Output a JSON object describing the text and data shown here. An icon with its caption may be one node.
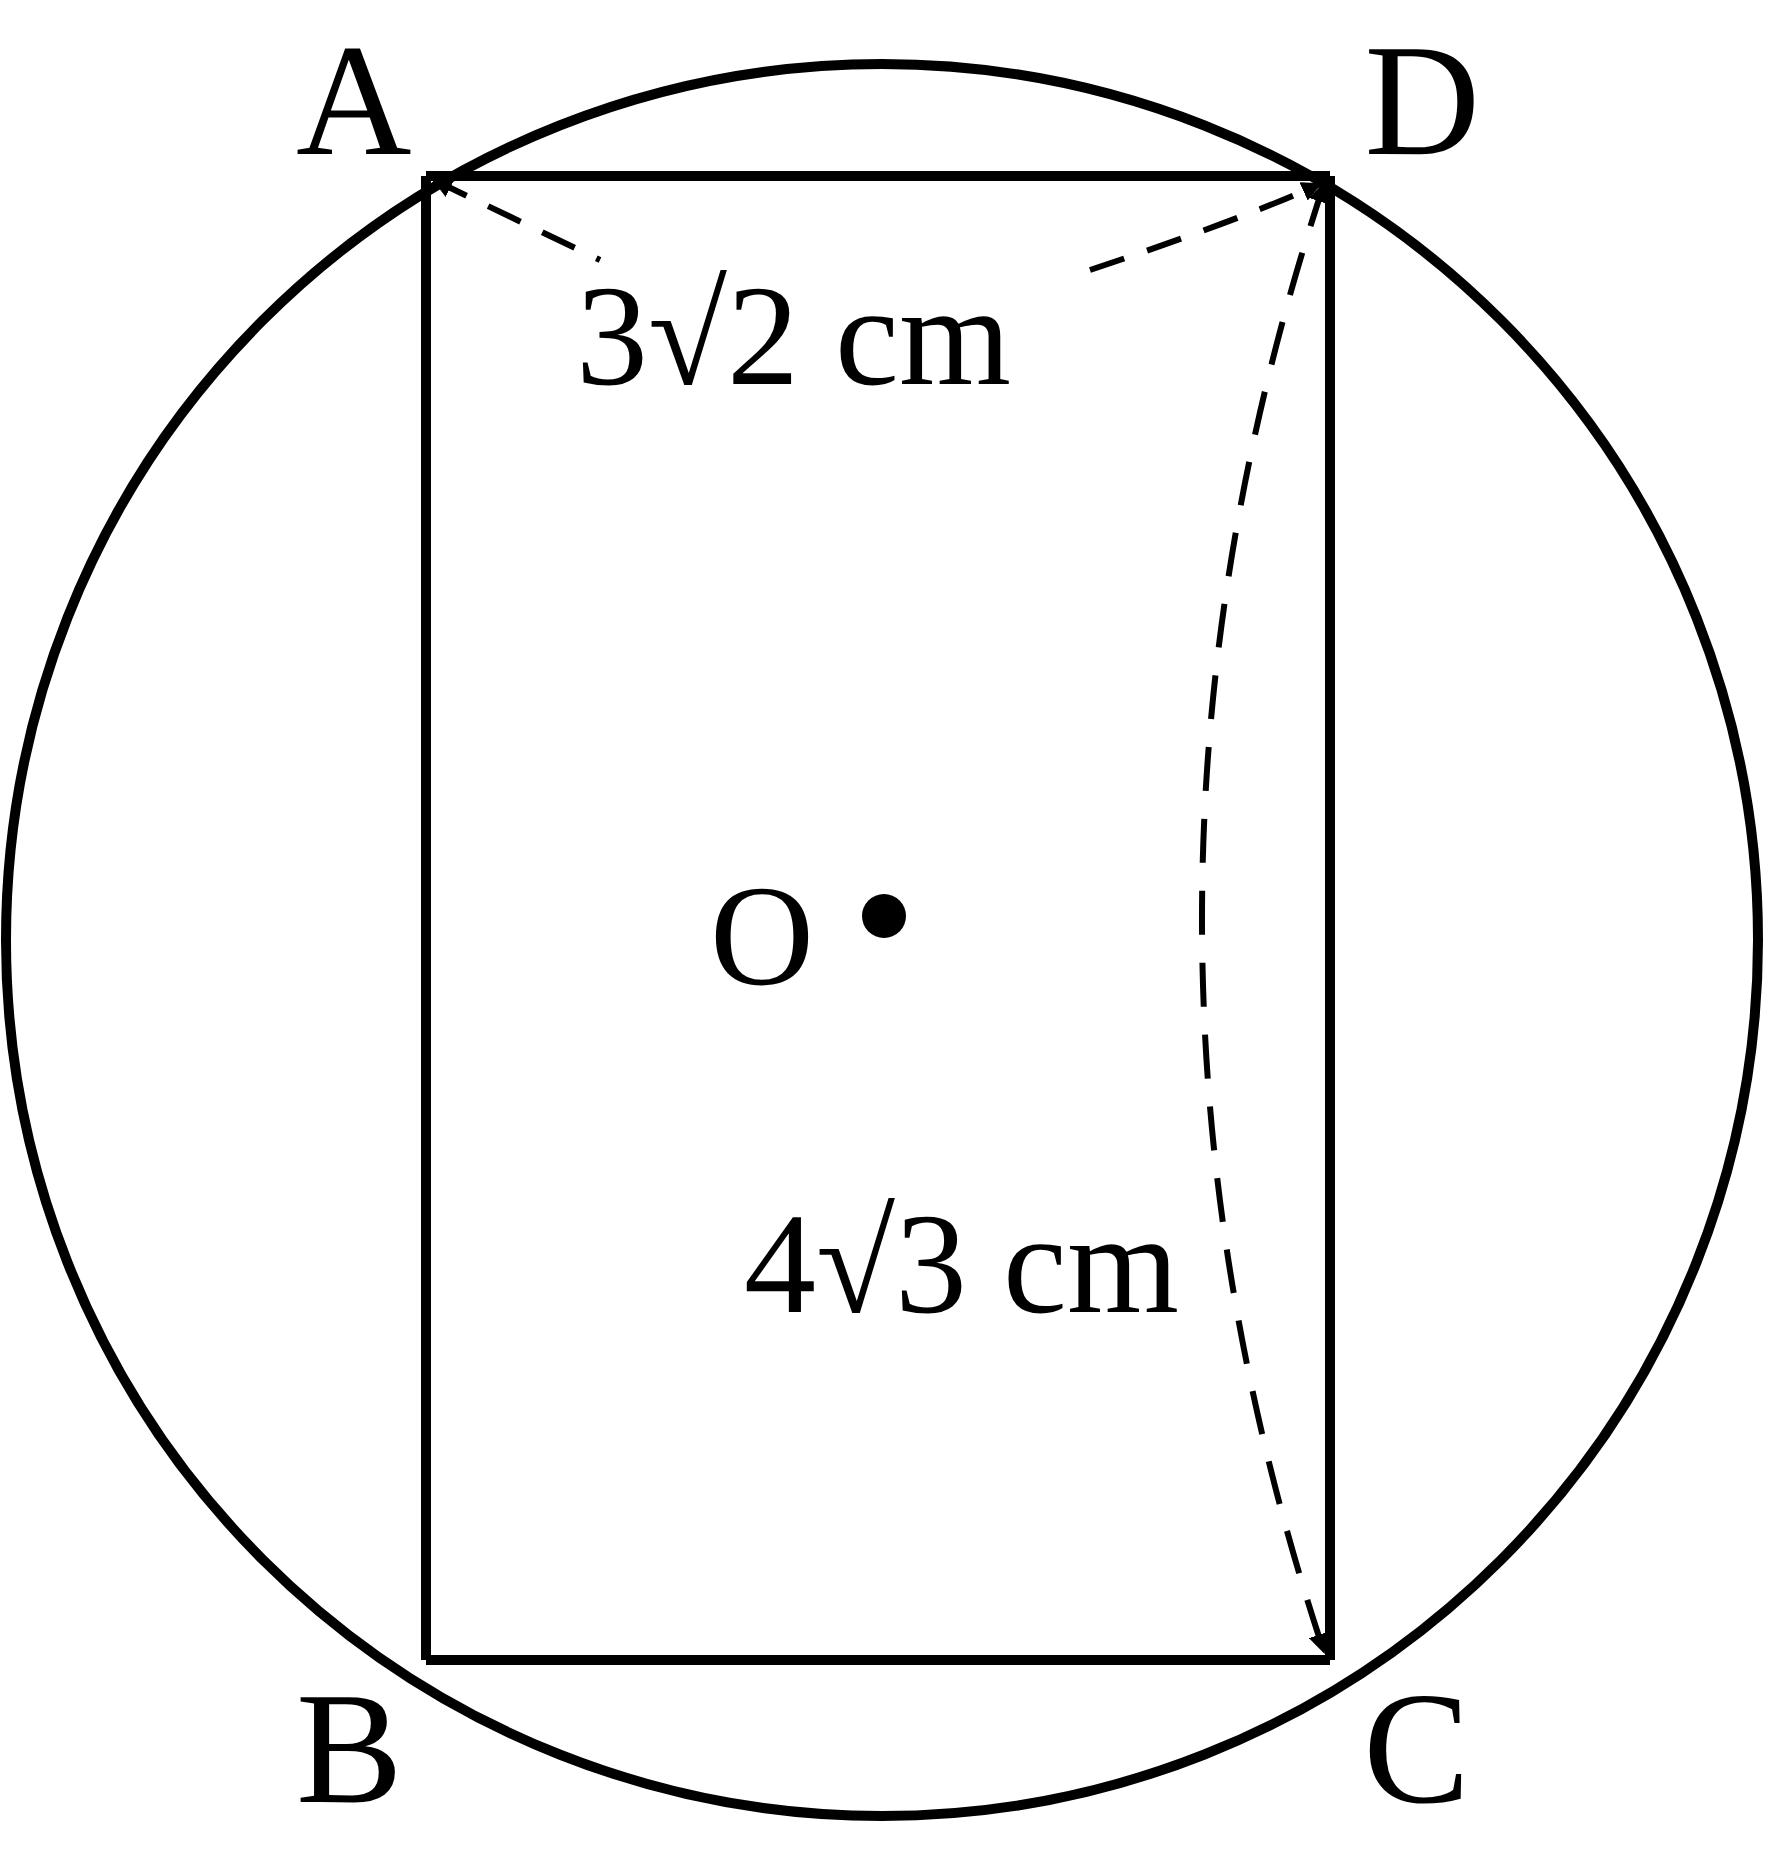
{
  "diagram": {
    "nodes": [
      {
        "text": [
          "A"
        ]
      },
      {
        "text": [
          "D"
        ]
      },
      {
        "text": [
          "B"
        ]
      },
      {
        "text": [
          "C"
        ]
      }
    ],
    "edges": [
      {
        "from": 0,
        "to": 1,
        "arrow": "none"
      },
      {
        "from": 0,
        "to": 2,
        "arrow": "none"
      },
      {
        "from": 2,
        "to": 3,
        "arrow": "none"
      },
      {
        "from": 1,
        "to": 3,
        "arrow": "none"
      }
    ],
    "labels": [
      "3√2 cm",
      "O",
      "4√3 cm"
    ]
  }
}
